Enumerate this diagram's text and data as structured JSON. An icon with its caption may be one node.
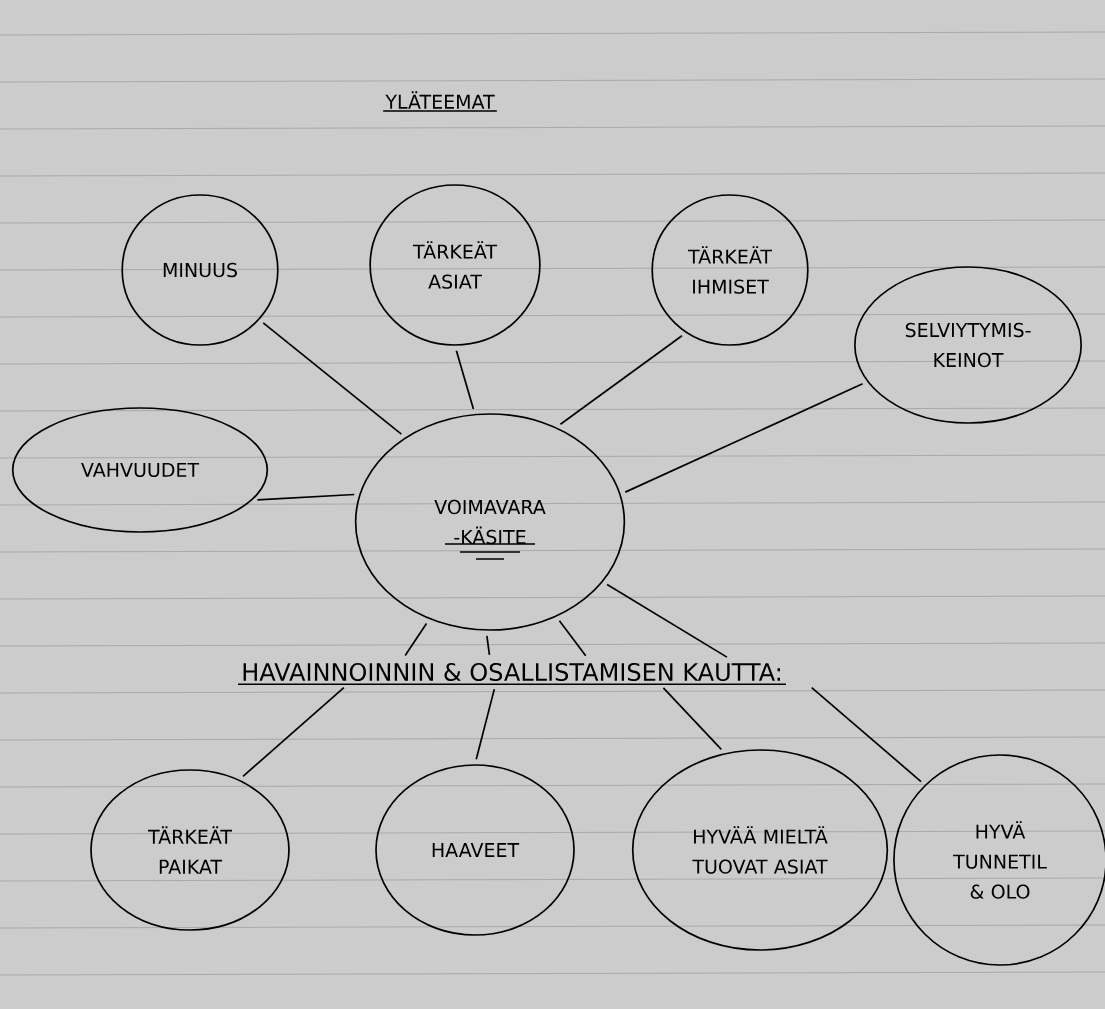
{
  "diagram": {
    "title": "YLÄTEEMAT",
    "nodes": [
      {
        "text": [
          "MINUUS"
        ]
      },
      {
        "text": [
          "TÄRKEÄT ASIAT"
        ]
      },
      {
        "text": [
          "TÄRKEÄT IHMISET"
        ]
      },
      {
        "text": [
          "SELVIYTYMIS- KEINOT"
        ]
      },
      {
        "text": [
          "VAHVUUDET"
        ]
      },
      {
        "text": [
          "VOIMAVARA -KÄSITE"
        ]
      },
      {
        "text": [
          "HAVAINNOINNIN & OSALLISTAMISEN KAUTTA:"
        ]
      },
      {
        "text": [
          "TÄRKEÄT PAIKAT"
        ]
      },
      {
        "text": [
          "HAAVEET"
        ]
      },
      {
        "text": [
          "HYVÄÄ MIELTÄ TUOVAT ASIAT"
        ]
      },
      {
        "text": [
          "HYVÄ TUNNETIL & OLO"
        ]
      }
    ],
    "edges": [
      {
        "from": 0,
        "to": 5,
        "arrow": "none"
      },
      {
        "from": 1,
        "to": 5,
        "arrow": "none"
      },
      {
        "from": 2,
        "to": 5,
        "arrow": "none"
      },
      {
        "from": 5,
        "to": 3,
        "arrow": "none"
      },
      {
        "from": 4,
        "to": 5,
        "arrow": "none"
      },
      {
        "from": 5,
        "to": 6,
        "arrow": "none"
      },
      {
        "from": 5,
        "to": 6,
        "arrow": "none"
      },
      {
        "from": 5,
        "to": 6,
        "arrow": "none"
      },
      {
        "from": 5,
        "to": 6,
        "arrow": "none"
      },
      {
        "from": 6,
        "to": 7,
        "arrow": "none"
      },
      {
        "from": 6,
        "to": 8,
        "arrow": "none"
      },
      {
        "from": 6,
        "to": 9,
        "arrow": "none"
      },
      {
        "from": 6,
        "to": 10,
        "arrow": "none"
      }
    ]
  }
}
